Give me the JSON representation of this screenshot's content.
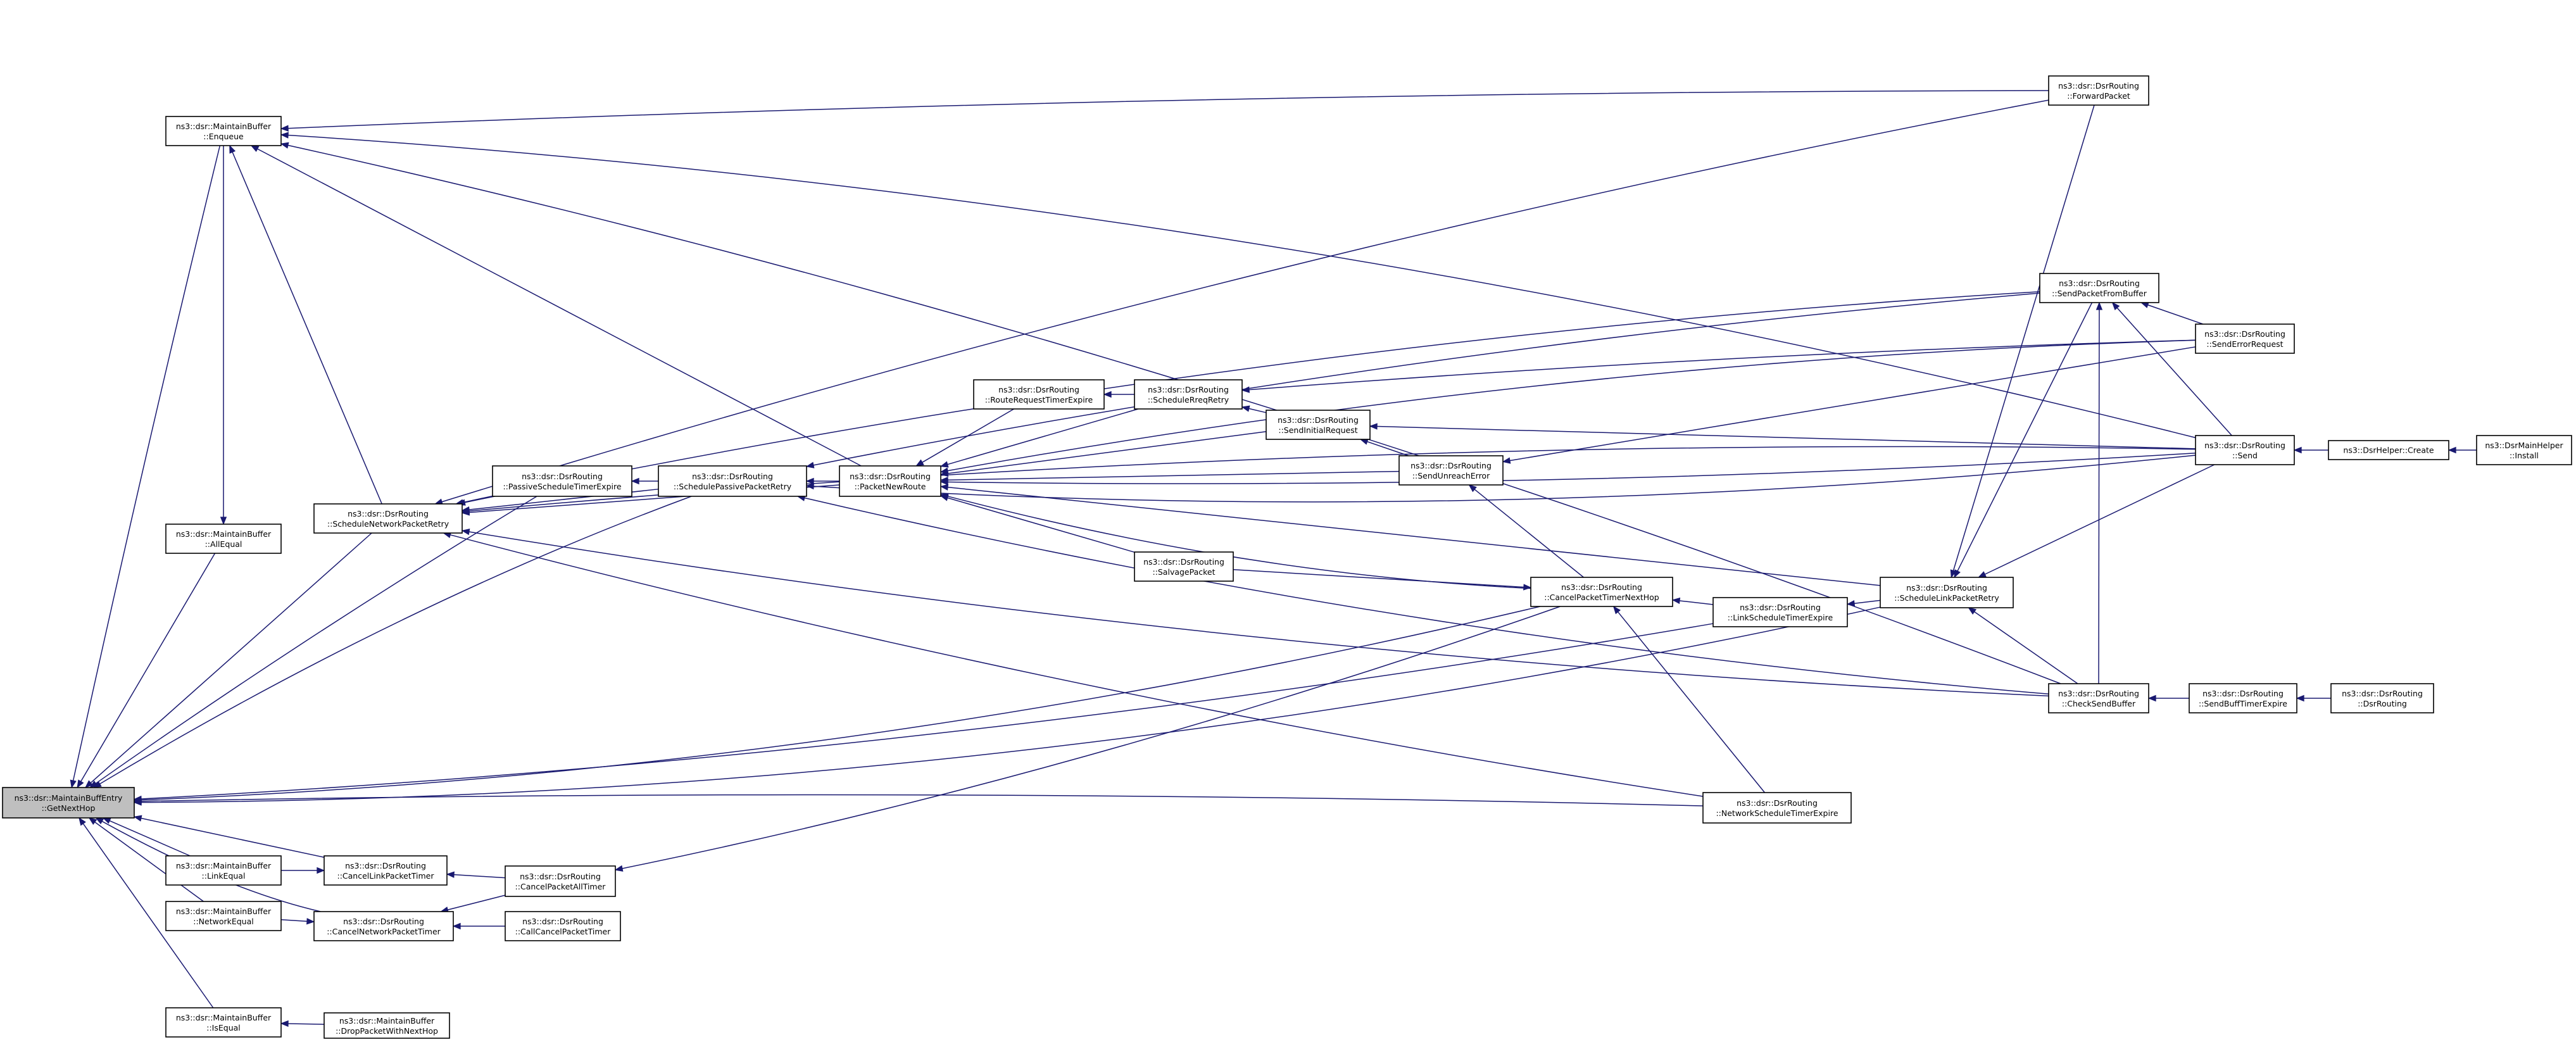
{
  "title": "",
  "colors": {
    "edge": "#191970",
    "node_border": "#000000",
    "root_fill": "#bfbfbf",
    "node_fill": "#ffffff"
  },
  "nodes": [
    {
      "id": "root",
      "line1": "ns3::dsr::MaintainBuffEntry",
      "line2": "::GetNextHop",
      "root": true
    },
    {
      "id": "mb_enqueue",
      "line1": "ns3::dsr::MaintainBuffer",
      "line2": "::Enqueue"
    },
    {
      "id": "mb_allequal",
      "line1": "ns3::dsr::MaintainBuffer",
      "line2": "::AllEqual"
    },
    {
      "id": "mb_linkequal",
      "line1": "ns3::dsr::MaintainBuffer",
      "line2": "::LinkEqual"
    },
    {
      "id": "mb_networkequal",
      "line1": "ns3::dsr::MaintainBuffer",
      "line2": "::NetworkEqual"
    },
    {
      "id": "mb_isequal",
      "line1": "ns3::dsr::MaintainBuffer",
      "line2": "::IsEqual"
    },
    {
      "id": "sched_net_retry",
      "line1": "ns3::dsr::DsrRouting",
      "line2": "::ScheduleNetworkPacketRetry"
    },
    {
      "id": "cancel_link_timer",
      "line1": "ns3::dsr::DsrRouting",
      "line2": "::CancelLinkPacketTimer"
    },
    {
      "id": "cancel_net_timer",
      "line1": "ns3::dsr::DsrRouting",
      "line2": "::CancelNetworkPacketTimer"
    },
    {
      "id": "drop_next_hop",
      "line1": "ns3::dsr::MaintainBuffer",
      "line2": "::DropPacketWithNextHop"
    },
    {
      "id": "passive_expire",
      "line1": "ns3::dsr::DsrRouting",
      "line2": "::PassiveScheduleTimerExpire"
    },
    {
      "id": "cancel_all",
      "line1": "ns3::dsr::DsrRouting",
      "line2": "::CancelPacketAllTimer"
    },
    {
      "id": "call_cancel",
      "line1": "ns3::dsr::DsrRouting",
      "line2": "::CallCancelPacketTimer"
    },
    {
      "id": "sched_passive_retry",
      "line1": "ns3::dsr::DsrRouting",
      "line2": "::SchedulePassivePacketRetry"
    },
    {
      "id": "packet_new_route",
      "line1": "ns3::dsr::DsrRouting",
      "line2": "::PacketNewRoute"
    },
    {
      "id": "rreq_expire",
      "line1": "ns3::dsr::DsrRouting",
      "line2": "::RouteRequestTimerExpire"
    },
    {
      "id": "sched_rreq_retry",
      "line1": "ns3::dsr::DsrRouting",
      "line2": "::ScheduleRreqRetry"
    },
    {
      "id": "salvage",
      "line1": "ns3::dsr::DsrRouting",
      "line2": "::SalvagePacket"
    },
    {
      "id": "send_initial",
      "line1": "ns3::dsr::DsrRouting",
      "line2": "::SendInitialRequest"
    },
    {
      "id": "send_unreach",
      "line1": "ns3::dsr::DsrRouting",
      "line2": "::SendUnreachError"
    },
    {
      "id": "cancel_next_hop",
      "line1": "ns3::dsr::DsrRouting",
      "line2": "::CancelPacketTimerNextHop"
    },
    {
      "id": "link_sched_expire",
      "line1": "ns3::dsr::DsrRouting",
      "line2": "::LinkScheduleTimerExpire"
    },
    {
      "id": "net_sched_expire",
      "line1": "ns3::dsr::DsrRouting",
      "line2": "::NetworkScheduleTimerExpire"
    },
    {
      "id": "sched_link_retry",
      "line1": "ns3::dsr::DsrRouting",
      "line2": "::ScheduleLinkPacketRetry"
    },
    {
      "id": "forward_packet",
      "line1": "ns3::dsr::DsrRouting",
      "line2": "::ForwardPacket"
    },
    {
      "id": "send_from_buffer",
      "line1": "ns3::dsr::DsrRouting",
      "line2": "::SendPacketFromBuffer"
    },
    {
      "id": "send_error_req",
      "line1": "ns3::dsr::DsrRouting",
      "line2": "::SendErrorRequest"
    },
    {
      "id": "send",
      "line1": "ns3::dsr::DsrRouting",
      "line2": "::Send"
    },
    {
      "id": "check_send_buffer",
      "line1": "ns3::dsr::DsrRouting",
      "line2": "::CheckSendBuffer"
    },
    {
      "id": "sendbuff_expire",
      "line1": "ns3::dsr::DsrRouting",
      "line2": "::SendBuffTimerExpire"
    },
    {
      "id": "dsr_routing_ctor",
      "line1": "ns3::dsr::DsrRouting",
      "line2": "::DsrRouting"
    },
    {
      "id": "helper_create",
      "line1": "ns3::DsrHelper::Create",
      "line2": ""
    },
    {
      "id": "main_install",
      "line1": "ns3::DsrMainHelper",
      "line2": "::Install"
    }
  ]
}
